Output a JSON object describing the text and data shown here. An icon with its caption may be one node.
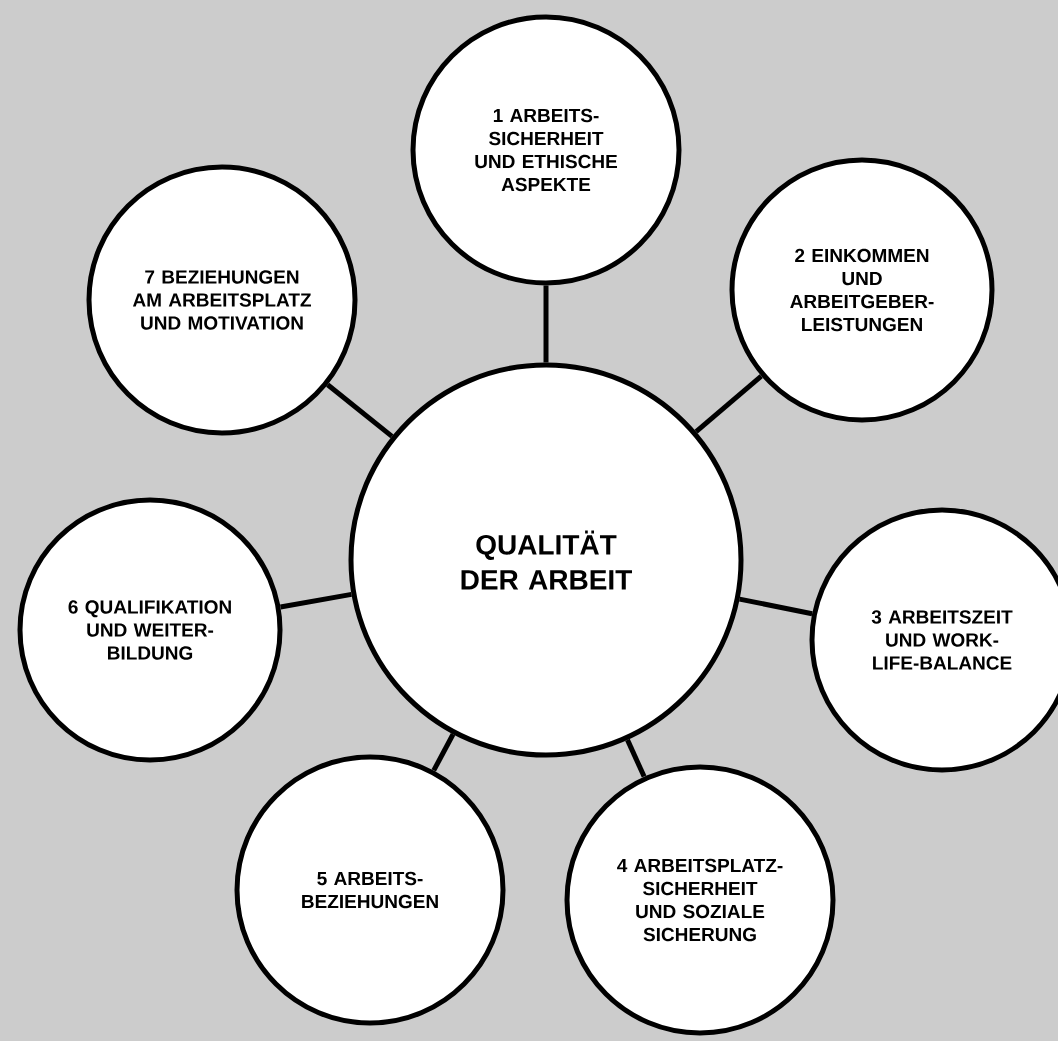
{
  "diagram": {
    "nodes": [
      {
        "text": [
          "QUALITÄT DER ARBEIT"
        ]
      },
      {
        "text": [
          "1 ARBEITS- SICHERHEIT UND ETHISCHE ASPEKTE"
        ]
      },
      {
        "text": [
          "2 EINKOMMEN UND ARBEITGEBER- LEISTUNGEN"
        ]
      },
      {
        "text": [
          "3 ARBEITSZEIT UND WORK- LIFE-BALANCE"
        ]
      },
      {
        "text": [
          "4 ARBEITSPLATZ- SICHERHEIT UND SOZIALE SICHERUNG"
        ]
      },
      {
        "text": [
          "5 ARBEITS- BEZIEHUNGEN"
        ]
      },
      {
        "text": [
          "6 QUALIFIKATION UND WEITER- BILDUNG"
        ]
      },
      {
        "text": [
          "7 BEZIEHUNGEN AM ARBEITSPLATZ UND MOTIVATION"
        ]
      }
    ],
    "edges": [
      {
        "from": 0,
        "to": 1,
        "arrow": "none"
      },
      {
        "from": 0,
        "to": 2,
        "arrow": "none"
      },
      {
        "from": 0,
        "to": 3,
        "arrow": "none"
      },
      {
        "from": 0,
        "to": 4,
        "arrow": "none"
      },
      {
        "from": 0,
        "to": 5,
        "arrow": "none"
      },
      {
        "from": 0,
        "to": 6,
        "arrow": "none"
      },
      {
        "from": 0,
        "to": 7,
        "arrow": "none"
      }
    ]
  }
}
